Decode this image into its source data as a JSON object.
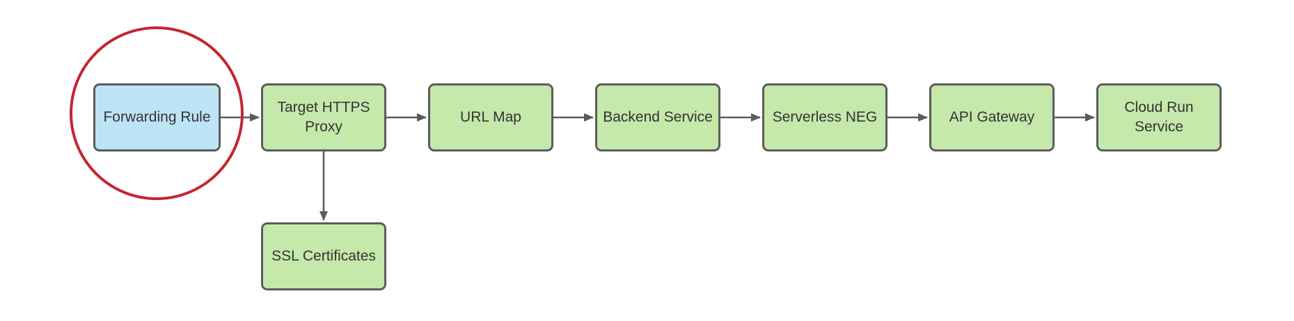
{
  "diagram": {
    "background": "#ffffff",
    "colors": {
      "node_fill_green": "#c5e8ab",
      "node_fill_blue": "#bee3f5",
      "node_border": "#5b5b5b",
      "arrow": "#5b5b5b",
      "text": "#333333",
      "highlight_circle": "#c52531"
    },
    "nodes": [
      {
        "id": "forwarding-rule",
        "label": "Forwarding Rule",
        "fill": "blue",
        "highlighted": true
      },
      {
        "id": "target-https-proxy",
        "label": "Target HTTPS\nProxy",
        "fill": "green",
        "highlighted": false
      },
      {
        "id": "url-map",
        "label": "URL Map",
        "fill": "green",
        "highlighted": false
      },
      {
        "id": "backend-service",
        "label": "Backend Service",
        "fill": "green",
        "highlighted": false
      },
      {
        "id": "serverless-neg",
        "label": "Serverless NEG",
        "fill": "green",
        "highlighted": false
      },
      {
        "id": "api-gateway",
        "label": "API Gateway",
        "fill": "green",
        "highlighted": false
      },
      {
        "id": "cloud-run-service",
        "label": "Cloud Run\nService",
        "fill": "green",
        "highlighted": false
      },
      {
        "id": "ssl-certificates",
        "label": "SSL Certificates",
        "fill": "green",
        "highlighted": false
      }
    ],
    "edges": [
      {
        "from": "forwarding-rule",
        "to": "target-https-proxy"
      },
      {
        "from": "target-https-proxy",
        "to": "url-map"
      },
      {
        "from": "url-map",
        "to": "backend-service"
      },
      {
        "from": "backend-service",
        "to": "serverless-neg"
      },
      {
        "from": "serverless-neg",
        "to": "api-gateway"
      },
      {
        "from": "api-gateway",
        "to": "cloud-run-service"
      },
      {
        "from": "target-https-proxy",
        "to": "ssl-certificates"
      }
    ]
  }
}
